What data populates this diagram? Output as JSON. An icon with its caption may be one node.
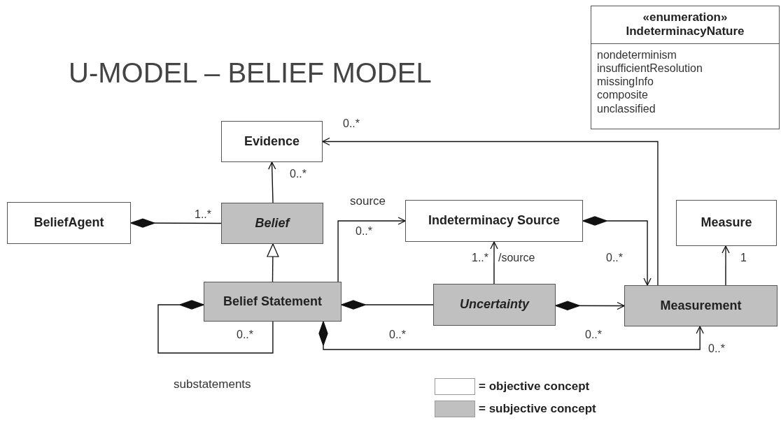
{
  "diagram": {
    "title": "U-MODEL – BELIEF MODEL",
    "nodes": [
      {
        "text": [
          "Evidence"
        ]
      },
      {
        "text": [
          "BeliefAgent"
        ]
      },
      {
        "text": [
          "Belief"
        ]
      },
      {
        "text": [
          "Belief Statement"
        ]
      },
      {
        "text": [
          "Indeterminacy Source"
        ]
      },
      {
        "text": [
          "Measure"
        ]
      },
      {
        "text": [
          "Uncertainty"
        ]
      },
      {
        "text": [
          "Measurement"
        ]
      },
      {
        "text": [
          "«enumeration»",
          "IndeterminacyNature",
          "nondeterminism",
          "insufficientResolution",
          "missingInfo",
          "composite",
          "unclassified"
        ]
      }
    ],
    "edges": [
      {
        "from": 2,
        "to": 0,
        "arrow": "to",
        "label": "0..*"
      },
      {
        "from": 1,
        "to": 2,
        "arrow": "other",
        "label": "1..*"
      },
      {
        "from": 3,
        "to": 2,
        "arrow": "to"
      },
      {
        "from": 3,
        "to": 4,
        "arrow": "to",
        "label": "0..*"
      },
      {
        "from": 3,
        "to": 3,
        "arrow": "other",
        "label": "0..*"
      },
      {
        "from": 3,
        "to": 6,
        "arrow": "other",
        "label": "0..*"
      },
      {
        "from": 6,
        "to": 4,
        "arrow": "to",
        "label": "/source"
      },
      {
        "from": 6,
        "to": 7,
        "arrow": "to",
        "label": "0..*"
      },
      {
        "from": 4,
        "to": 7,
        "arrow": "to",
        "label": "0..*"
      },
      {
        "from": 7,
        "to": 0,
        "arrow": "to",
        "label": "0..*"
      },
      {
        "from": 7,
        "to": 5,
        "arrow": "to",
        "label": "1"
      },
      {
        "from": 3,
        "to": 7,
        "arrow": "to",
        "label": "0..*"
      }
    ],
    "labels": [
      "source",
      "1..*",
      "substatements"
    ],
    "legend": [
      {
        "text": "= objective concept",
        "color": "#ffffff"
      },
      {
        "text": "= subjective concept",
        "color": "#c0c0c0"
      }
    ]
  }
}
